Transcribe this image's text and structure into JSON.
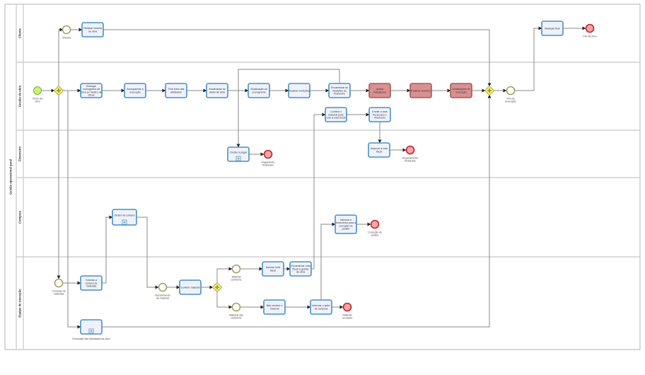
{
  "diagram": {
    "pool": {
      "label": "Gestão operacional geral"
    },
    "lanes": [
      {
        "id": "cliente",
        "label": "Cliente"
      },
      {
        "id": "gestao",
        "label": "Gestão da obra"
      },
      {
        "id": "financeiro",
        "label": "Financeiro"
      },
      {
        "id": "compras",
        "label": "Compras"
      },
      {
        "id": "equipe",
        "label": "Equipe de execução"
      }
    ],
    "colors": {
      "task_fill": "#eef2fc",
      "task_stroke": "#4a90c0",
      "task_red_fill": "#d99090",
      "task_red_stroke": "#a55a5a",
      "start_fill": "#c8f07a",
      "start_stroke": "#7fae2e",
      "end_fill": "#f2a6a6",
      "end_stroke": "#c8202a",
      "intermediate_stroke": "#a8a060",
      "gateway_fill": "#f5f08a",
      "gateway_stroke": "#b8b23a",
      "flow": "#8a8a8a"
    },
    "tasks": [
      {
        "id": "t_vistoria",
        "label": "Realizar vistoria na obra",
        "style": "normal"
      },
      {
        "id": "t_medicao_final",
        "label": "Medição final",
        "style": "normal"
      },
      {
        "id": "t_entregar",
        "label": "Entregar cronograma da obra ao mestre de obras",
        "style": "normal"
      },
      {
        "id": "t_acompanhar",
        "label": "Acompanhar a execução",
        "style": "normal"
      },
      {
        "id": "t_fotos",
        "label": "Tirar fotos das atividades",
        "style": "normal"
      },
      {
        "id": "t_diario",
        "label": "Atualização do diário de obra",
        "style": "normal"
      },
      {
        "id": "t_cronograma",
        "label": "Atualização do cronograma",
        "style": "normal"
      },
      {
        "id": "t_medicoes",
        "label": "Realizar medições",
        "style": "normal"
      },
      {
        "id": "t_encaminhar_fin",
        "label": "Encaminhar as medições ao financeiro",
        "style": "normal"
      },
      {
        "id": "t_indicadores",
        "label": "Aplicar indicadores",
        "style": "red"
      },
      {
        "id": "t_reunioes",
        "label": "Realizar reuniões",
        "style": "red"
      },
      {
        "id": "t_atualizacoes",
        "label": "Atualizações de execução",
        "style": "red"
      },
      {
        "id": "t_conferir_nf",
        "label": "Conferir o material junto com a nota fiscal",
        "style": "normal"
      },
      {
        "id": "t_enviar_nf",
        "label": "Enviar a nota fiscal para o financeiro",
        "style": "normal"
      },
      {
        "id": "t_contas",
        "label": "Contas a pagar",
        "style": "subprocess"
      },
      {
        "id": "t_arquivar",
        "label": "Arquivar a nota fiscal",
        "style": "normal"
      },
      {
        "id": "t_ordem",
        "label": "Ordem de compra",
        "style": "subprocess"
      },
      {
        "id": "t_informar_forn",
        "label": "Informar o fornecedor para a correção do pedido",
        "style": "normal"
      },
      {
        "id": "t_solicitar",
        "label": "Solicitar a compra de materiais",
        "style": "normal"
      },
      {
        "id": "t_conferir_mat",
        "label": "Conferir material",
        "style": "normal"
      },
      {
        "id": "t_assinar",
        "label": "Assinar nota fiscal",
        "style": "normal"
      },
      {
        "id": "t_encaminhar_nf",
        "label": "Encaminhar nota fiscal a gestão da obra",
        "style": "normal"
      },
      {
        "id": "t_nao_receber",
        "label": "Não receber o material",
        "style": "normal"
      },
      {
        "id": "t_informar_setor",
        "label": "Informar o setor de compras",
        "style": "normal"
      },
      {
        "id": "t_execucao",
        "label": "",
        "style": "subprocess"
      }
    ],
    "events": [
      {
        "id": "e_inicio",
        "type": "start",
        "label": "Início da obra"
      },
      {
        "id": "e_vistoria",
        "type": "intermediate",
        "label": "Vistoria"
      },
      {
        "id": "e_fim_obra",
        "type": "end",
        "label": "Fim da obra"
      },
      {
        "id": "e_fim_execucao",
        "type": "intermediate",
        "label": "Fim da execução"
      },
      {
        "id": "e_pagamento",
        "type": "end",
        "label": "Pagamento finalizado"
      },
      {
        "id": "e_arquivamento",
        "type": "end",
        "label": "Arquivamento finalizado"
      },
      {
        "id": "e_correcao",
        "type": "end",
        "label": "Correção do pedido"
      },
      {
        "id": "e_compra_mat",
        "type": "intermediate",
        "label": "Compras de materiais"
      },
      {
        "id": "e_recebimento",
        "type": "intermediate",
        "label": "Recebimento de material"
      },
      {
        "id": "e_conforme",
        "type": "intermediate",
        "label": "Material conforme"
      },
      {
        "id": "e_nao_conforme",
        "type": "intermediate",
        "label": "Material não conforme"
      },
      {
        "id": "e_recusado",
        "type": "end",
        "label": "Material recusado"
      }
    ],
    "gateways": [
      {
        "id": "g_split",
        "type": "parallel"
      },
      {
        "id": "g_join",
        "type": "parallel"
      },
      {
        "id": "g_material",
        "type": "parallel"
      }
    ],
    "annotations": [
      {
        "id": "lbl_execucao",
        "label": "Execução das atividades da obra"
      }
    ]
  }
}
